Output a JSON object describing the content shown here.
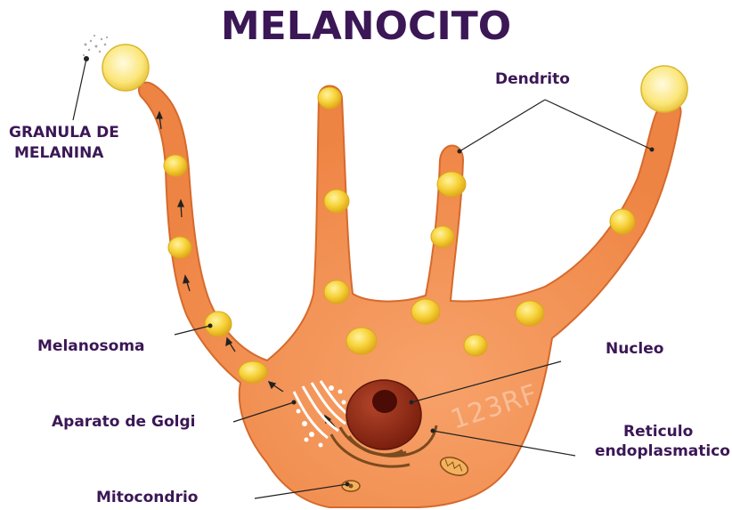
{
  "title": "MELANOCITO",
  "labels": {
    "granula_line1": "GRANULA DE",
    "granula_line2": "MELANINA",
    "dendrito": "Dendrito",
    "melanosoma": "Melanosoma",
    "nucleo": "Nucleo",
    "golgi": "Aparato de Golgi",
    "reticulo_line1": "Reticulo",
    "reticulo_line2": "endoplasmatico",
    "mitocondrio": "Mitocondrio"
  },
  "watermark": "123RF",
  "colors": {
    "cell_fill": "#f08a4b",
    "cell_stroke": "#d66a2d",
    "melanosome": "#f6d43a",
    "nucleus": "#8e2a14",
    "nucleolus": "#4a0c05",
    "title": "#3b1756",
    "leader_line": "#222222"
  }
}
